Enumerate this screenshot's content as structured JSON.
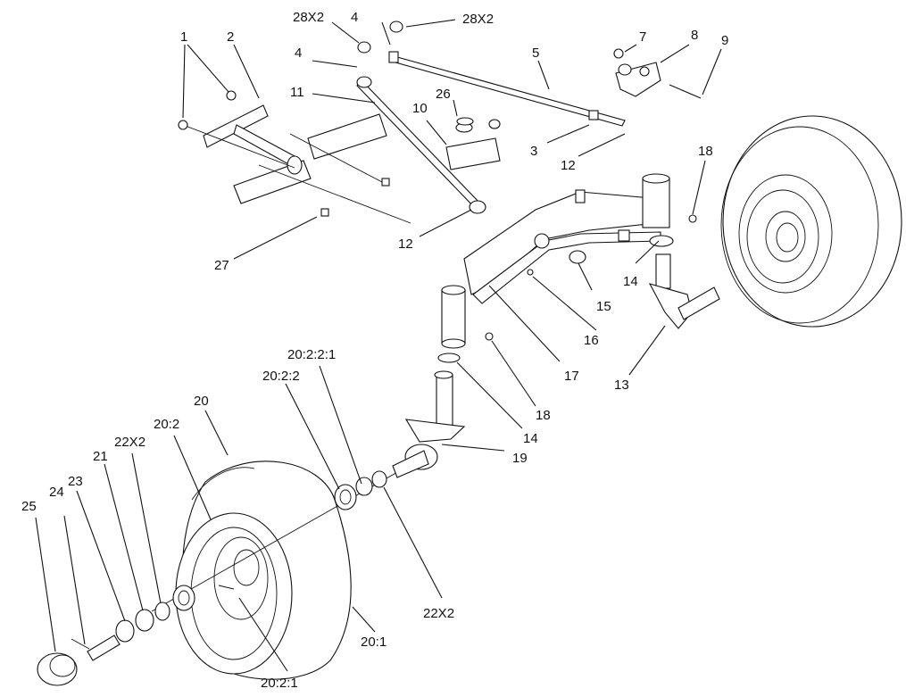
{
  "labels": {
    "l1": "1",
    "l2": "2",
    "l28a": "28X2",
    "l4a": "4",
    "l28b": "28X2",
    "l4b": "4",
    "l11": "11",
    "l26": "26",
    "l10": "10",
    "l5": "5",
    "l7": "7",
    "l8": "8",
    "l9": "9",
    "l3": "3",
    "l12a": "12",
    "l18a": "18",
    "l12b": "12",
    "l27": "27",
    "l14a": "14",
    "l15": "15",
    "l16": "16",
    "l17": "17",
    "l13": "13",
    "l18b": "18",
    "l14b": "14",
    "l19": "19",
    "l20221": "20:2:2:1",
    "l2022": "20:2:2",
    "l20": "20",
    "l202": "20:2",
    "l22x2a": "22X2",
    "l21": "21",
    "l23": "23",
    "l25": "25",
    "l24": "24",
    "l22x2b": "22X2",
    "l201": "20:1",
    "l2021": "20:2:1"
  }
}
